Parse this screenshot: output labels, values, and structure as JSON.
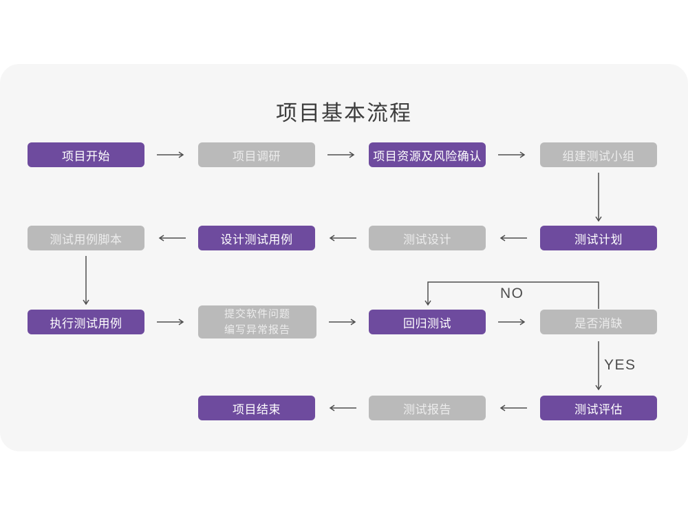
{
  "title": "项目基本流程",
  "theme": {
    "purple": "#6e4b9e",
    "gray": "#bababa",
    "card": "#f6f6f6",
    "arrow": "#4d4d4d",
    "titlec": "#3d3d3d"
  },
  "nodes": {
    "start": {
      "label": "项目开始",
      "variant": "purple"
    },
    "research": {
      "label": "项目调研",
      "variant": "gray"
    },
    "risk": {
      "label": "项目资源及风险确认",
      "variant": "purple"
    },
    "team": {
      "label": "组建测试小组",
      "variant": "gray"
    },
    "plan": {
      "label": "测试计划",
      "variant": "purple"
    },
    "design": {
      "label": "测试设计",
      "variant": "gray"
    },
    "design_cases": {
      "label": "设计测试用例",
      "variant": "purple"
    },
    "scripts": {
      "label": "测试用例脚本",
      "variant": "gray"
    },
    "execute": {
      "label": "执行测试用例",
      "variant": "purple"
    },
    "submit": {
      "label": "提交软件问题\n编写异常报告",
      "variant": "gray"
    },
    "regression": {
      "label": "回归测试",
      "variant": "purple"
    },
    "defect_check": {
      "label": "是否消缺",
      "variant": "gray"
    },
    "evaluate": {
      "label": "测试评估",
      "variant": "purple"
    },
    "report": {
      "label": "测试报告",
      "variant": "gray"
    },
    "end": {
      "label": "项目结束",
      "variant": "purple"
    }
  },
  "edges": {
    "no_label": "NO",
    "yes_label": "YES"
  }
}
